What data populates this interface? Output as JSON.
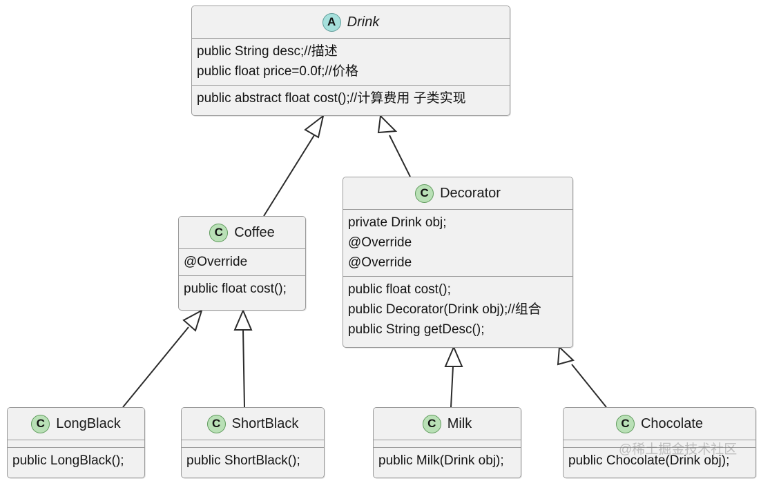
{
  "diagram": {
    "title": "Decorator pattern UML class diagram",
    "watermark": "@稀土掘金技术社区",
    "colors": {
      "box_fill": "#f1f1f1",
      "box_border": "#9a9a9a",
      "abstract_icon": "#a6e0dc",
      "class_icon": "#b9e0b6",
      "edge": "#2b2b2b",
      "background": "#ffffff"
    },
    "classes": [
      {
        "id": "drink",
        "name": "Drink",
        "stereotype": "A",
        "stereotype_label": "abstract-class-icon",
        "italic": true,
        "attributes": [
          "public String desc;//描述",
          "public float price=0.0f;//价格"
        ],
        "operations": [
          "public abstract float cost();//计算费用 子类实现"
        ]
      },
      {
        "id": "decorator",
        "name": "Decorator",
        "stereotype": "C",
        "stereotype_label": "class-icon",
        "italic": false,
        "attributes": [
          "private Drink obj;",
          "@Override",
          "@Override"
        ],
        "operations": [
          "public float cost();",
          "public Decorator(Drink obj);//组合",
          "public String getDesc();"
        ]
      },
      {
        "id": "coffee",
        "name": "Coffee",
        "stereotype": "C",
        "stereotype_label": "class-icon",
        "italic": false,
        "attributes": [
          "@Override"
        ],
        "operations": [
          "public float cost();"
        ]
      },
      {
        "id": "longblack",
        "name": "LongBlack",
        "stereotype": "C",
        "stereotype_label": "class-icon",
        "italic": false,
        "attributes": [],
        "operations": [
          "public LongBlack();"
        ]
      },
      {
        "id": "shortblack",
        "name": "ShortBlack",
        "stereotype": "C",
        "stereotype_label": "class-icon",
        "italic": false,
        "attributes": [],
        "operations": [
          "public ShortBlack();"
        ]
      },
      {
        "id": "milk",
        "name": "Milk",
        "stereotype": "C",
        "stereotype_label": "class-icon",
        "italic": false,
        "attributes": [],
        "operations": [
          "public Milk(Drink obj);"
        ]
      },
      {
        "id": "chocolate",
        "name": "Chocolate",
        "stereotype": "C",
        "stereotype_label": "class-icon",
        "italic": false,
        "attributes": [],
        "operations": [
          "public Chocolate(Drink obj);"
        ]
      }
    ],
    "relations": [
      {
        "from": "coffee",
        "to": "drink",
        "type": "generalization"
      },
      {
        "from": "decorator",
        "to": "drink",
        "type": "generalization"
      },
      {
        "from": "longblack",
        "to": "coffee",
        "type": "generalization"
      },
      {
        "from": "shortblack",
        "to": "coffee",
        "type": "generalization"
      },
      {
        "from": "milk",
        "to": "decorator",
        "type": "generalization"
      },
      {
        "from": "chocolate",
        "to": "decorator",
        "type": "generalization"
      }
    ]
  }
}
